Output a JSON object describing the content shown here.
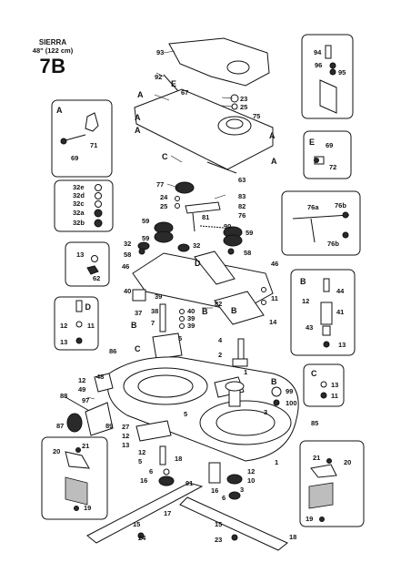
{
  "header": {
    "model": "SIERRA",
    "deck_size": "48\" (122 cm)",
    "page_code": "7B"
  },
  "insets": {
    "A": {
      "letter": "A",
      "parts": [
        "71",
        "69"
      ]
    },
    "E": {
      "letter": "E",
      "parts": [
        "69",
        "72"
      ]
    },
    "top_right": {
      "parts": [
        "94",
        "96",
        "95"
      ]
    },
    "arm": {
      "parts": [
        "76a",
        "76b",
        "76b"
      ]
    },
    "stack": {
      "parts": [
        "32e",
        "32d",
        "32c",
        "32a",
        "32b"
      ]
    },
    "C_left": {
      "parts": [
        "13",
        "62"
      ]
    },
    "D": {
      "letter": "D",
      "parts": [
        "12",
        "11",
        "13"
      ]
    },
    "B": {
      "letter": "B",
      "parts": [
        "44",
        "12",
        "41",
        "43",
        "13"
      ]
    },
    "C_right": {
      "letter": "C",
      "parts": [
        "13",
        "11"
      ]
    },
    "bl": {
      "parts": [
        "20",
        "21",
        "19"
      ]
    },
    "br": {
      "parts": [
        "21",
        "20",
        "19"
      ]
    }
  },
  "labels": {
    "l93": "93",
    "l92": "92",
    "lA1": "A",
    "lE": "E",
    "l67": "67",
    "l23a": "23",
    "l25a": "25",
    "l75": "75",
    "lA2": "A",
    "lA3": "A",
    "lA4": "A",
    "lC1": "C",
    "lA5": "A",
    "l63": "63",
    "l77": "77",
    "l24": "24",
    "l25b": "25",
    "l83": "83",
    "l82": "82",
    "l76": "76",
    "l81": "81",
    "l59a": "59",
    "l59b": "59",
    "l90": "90",
    "l32a": "32",
    "l32b": "32",
    "l59c": "59",
    "l58a": "58",
    "l58b": "58",
    "l46a": "46",
    "l46b": "46",
    "lD": "D",
    "l11a": "11",
    "l40a": "40",
    "l39a": "39",
    "l82b": "82",
    "lB1": "B",
    "lB2": "B",
    "l14": "14",
    "l37": "37",
    "l38": "38",
    "l40b": "40",
    "l39b": "39",
    "l39c": "39",
    "l7": "7",
    "lB3": "B",
    "l5a": "5",
    "l86": "86",
    "lC2": "C",
    "l4": "4",
    "l2": "2",
    "l1a": "1",
    "l12a": "12",
    "l49": "49",
    "l88": "88",
    "l97": "97",
    "l87": "87",
    "l89": "89",
    "l48": "48",
    "lB4": "B",
    "l99": "99",
    "l100": "100",
    "l5b": "5",
    "l3a": "3",
    "l85": "85",
    "l27": "27",
    "l12b": "12",
    "l13a": "13",
    "l12c": "12",
    "l5c": "5",
    "l1b": "1",
    "l16a": "16",
    "l6a": "6",
    "l18a": "18",
    "l91": "91",
    "l12d": "12",
    "l10": "10",
    "l3b": "3",
    "l16b": "16",
    "l17": "17",
    "l15a": "15",
    "l24b": "24",
    "l15b": "15",
    "l23b": "23",
    "l18b": "18",
    "l6b": "6"
  }
}
